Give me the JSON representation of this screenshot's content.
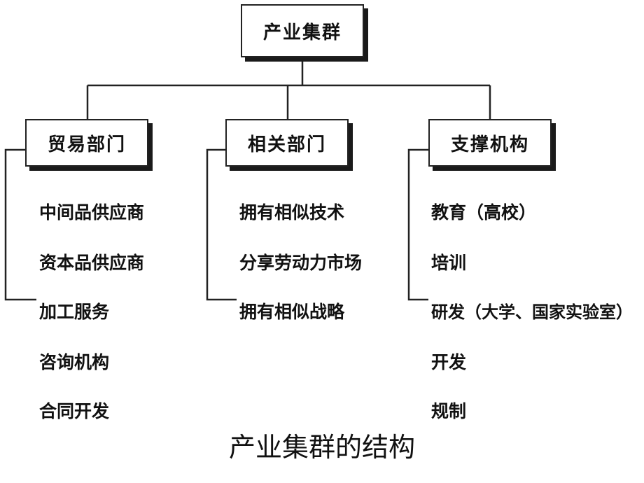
{
  "root": {
    "label": "产业集群"
  },
  "branches": [
    {
      "label": "贸易部门",
      "items": [
        "中间品供应商",
        "资本品供应商",
        "加工服务",
        "咨询机构",
        "合同开发"
      ]
    },
    {
      "label": "相关部门",
      "items": [
        "拥有相似技术",
        "分享劳动力市场",
        "拥有相似战略"
      ]
    },
    {
      "label": "支撑机构",
      "items": [
        "教育（高校）",
        "培训",
        "研发（大学、国家实验室）",
        "开发",
        "规制"
      ]
    }
  ],
  "caption": "产业集群的结构"
}
